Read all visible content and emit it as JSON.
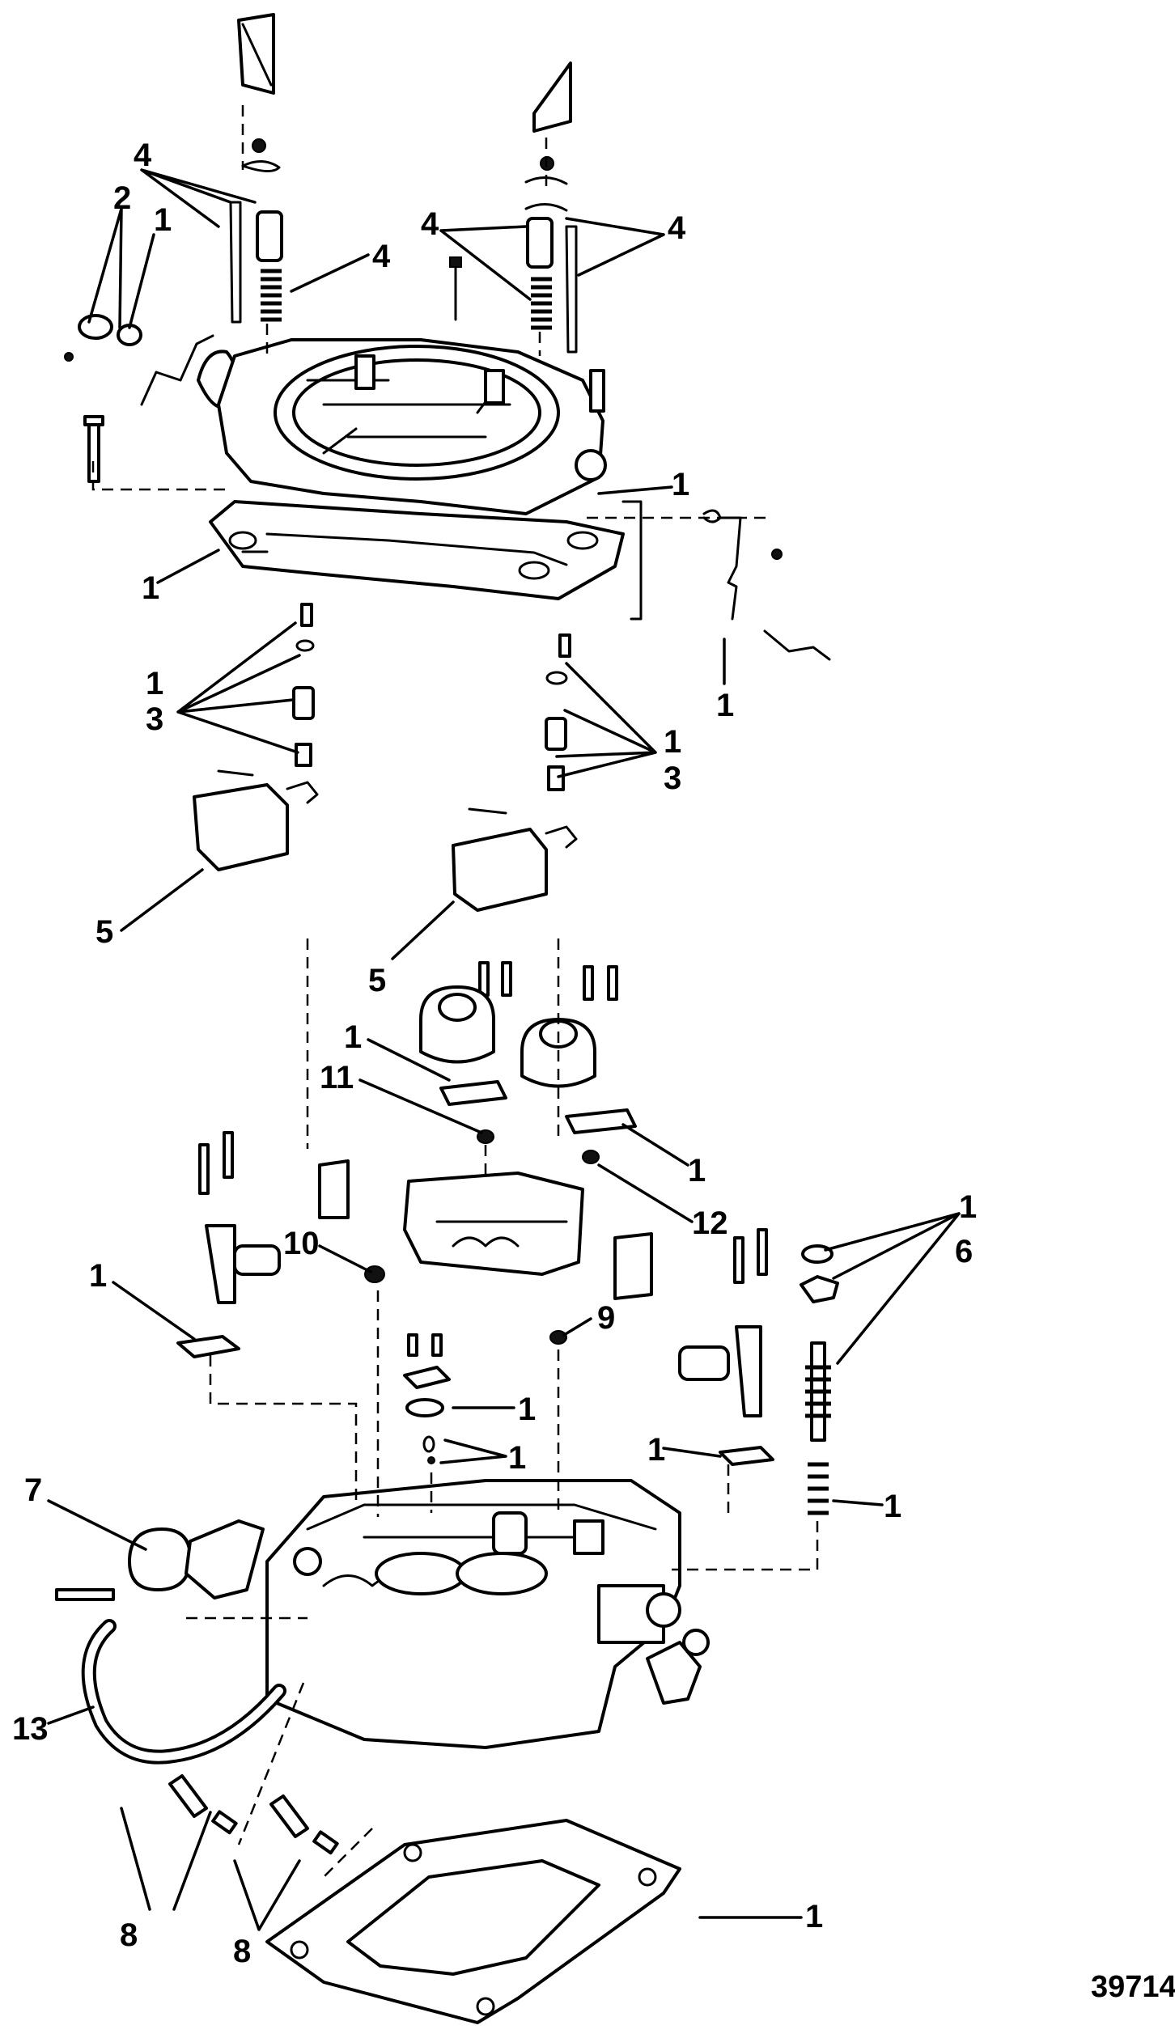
{
  "diagram": {
    "figure_number": "39714",
    "callouts": {
      "c1_a": "1",
      "c1_b": "1",
      "c1_c": "1",
      "c1_d": "1",
      "c1_e": "1",
      "c1_f": "1",
      "c1_g": "1",
      "c1_h": "1",
      "c1_i": "1",
      "c1_j": "1",
      "c1_k": "1",
      "c1_l": "1",
      "c1_m": "1",
      "c1_n": "1",
      "c1_o": "1",
      "c2": "2",
      "c3_a": "3",
      "c3_b": "3",
      "c4_a": "4",
      "c4_b": "4",
      "c4_c": "4",
      "c4_d": "4",
      "c5_a": "5",
      "c5_b": "5",
      "c6": "6",
      "c7": "7",
      "c8_a": "8",
      "c8_b": "8",
      "c9": "9",
      "c10": "10",
      "c11": "11",
      "c12": "12",
      "c13": "13"
    }
  }
}
